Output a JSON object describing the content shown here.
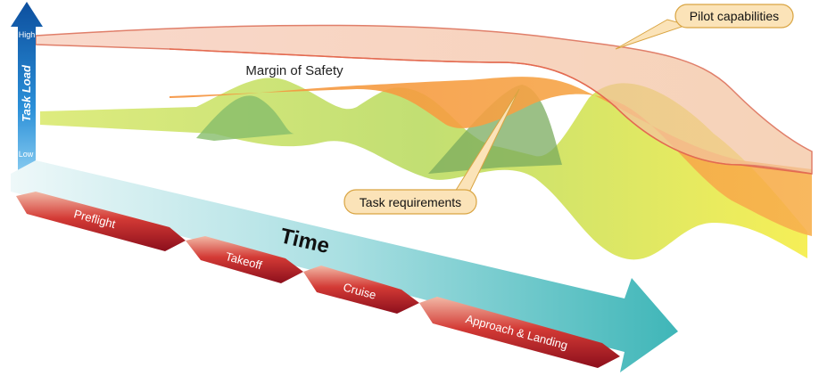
{
  "axis": {
    "title": "Task Load",
    "high_label": "High",
    "low_label": "Low"
  },
  "time_label": "Time",
  "margin_label": "Margin of Safety",
  "callouts": {
    "pilot": "Pilot capabilities",
    "task": "Task requirements"
  },
  "phases": [
    "Preflight",
    "Takeoff",
    "Cruise",
    "Approach & Landing"
  ],
  "colors": {
    "axis_blue": "#1f7fc4",
    "time_teal": "#4fbfc0",
    "phase_red": "#c8202c",
    "margin_orange": "#f59a3a",
    "task_yellow": "#e6ea4a",
    "task_green": "#7ab86a",
    "callout_fill": "#fbe3b8",
    "callout_stroke": "#d9a441"
  }
}
